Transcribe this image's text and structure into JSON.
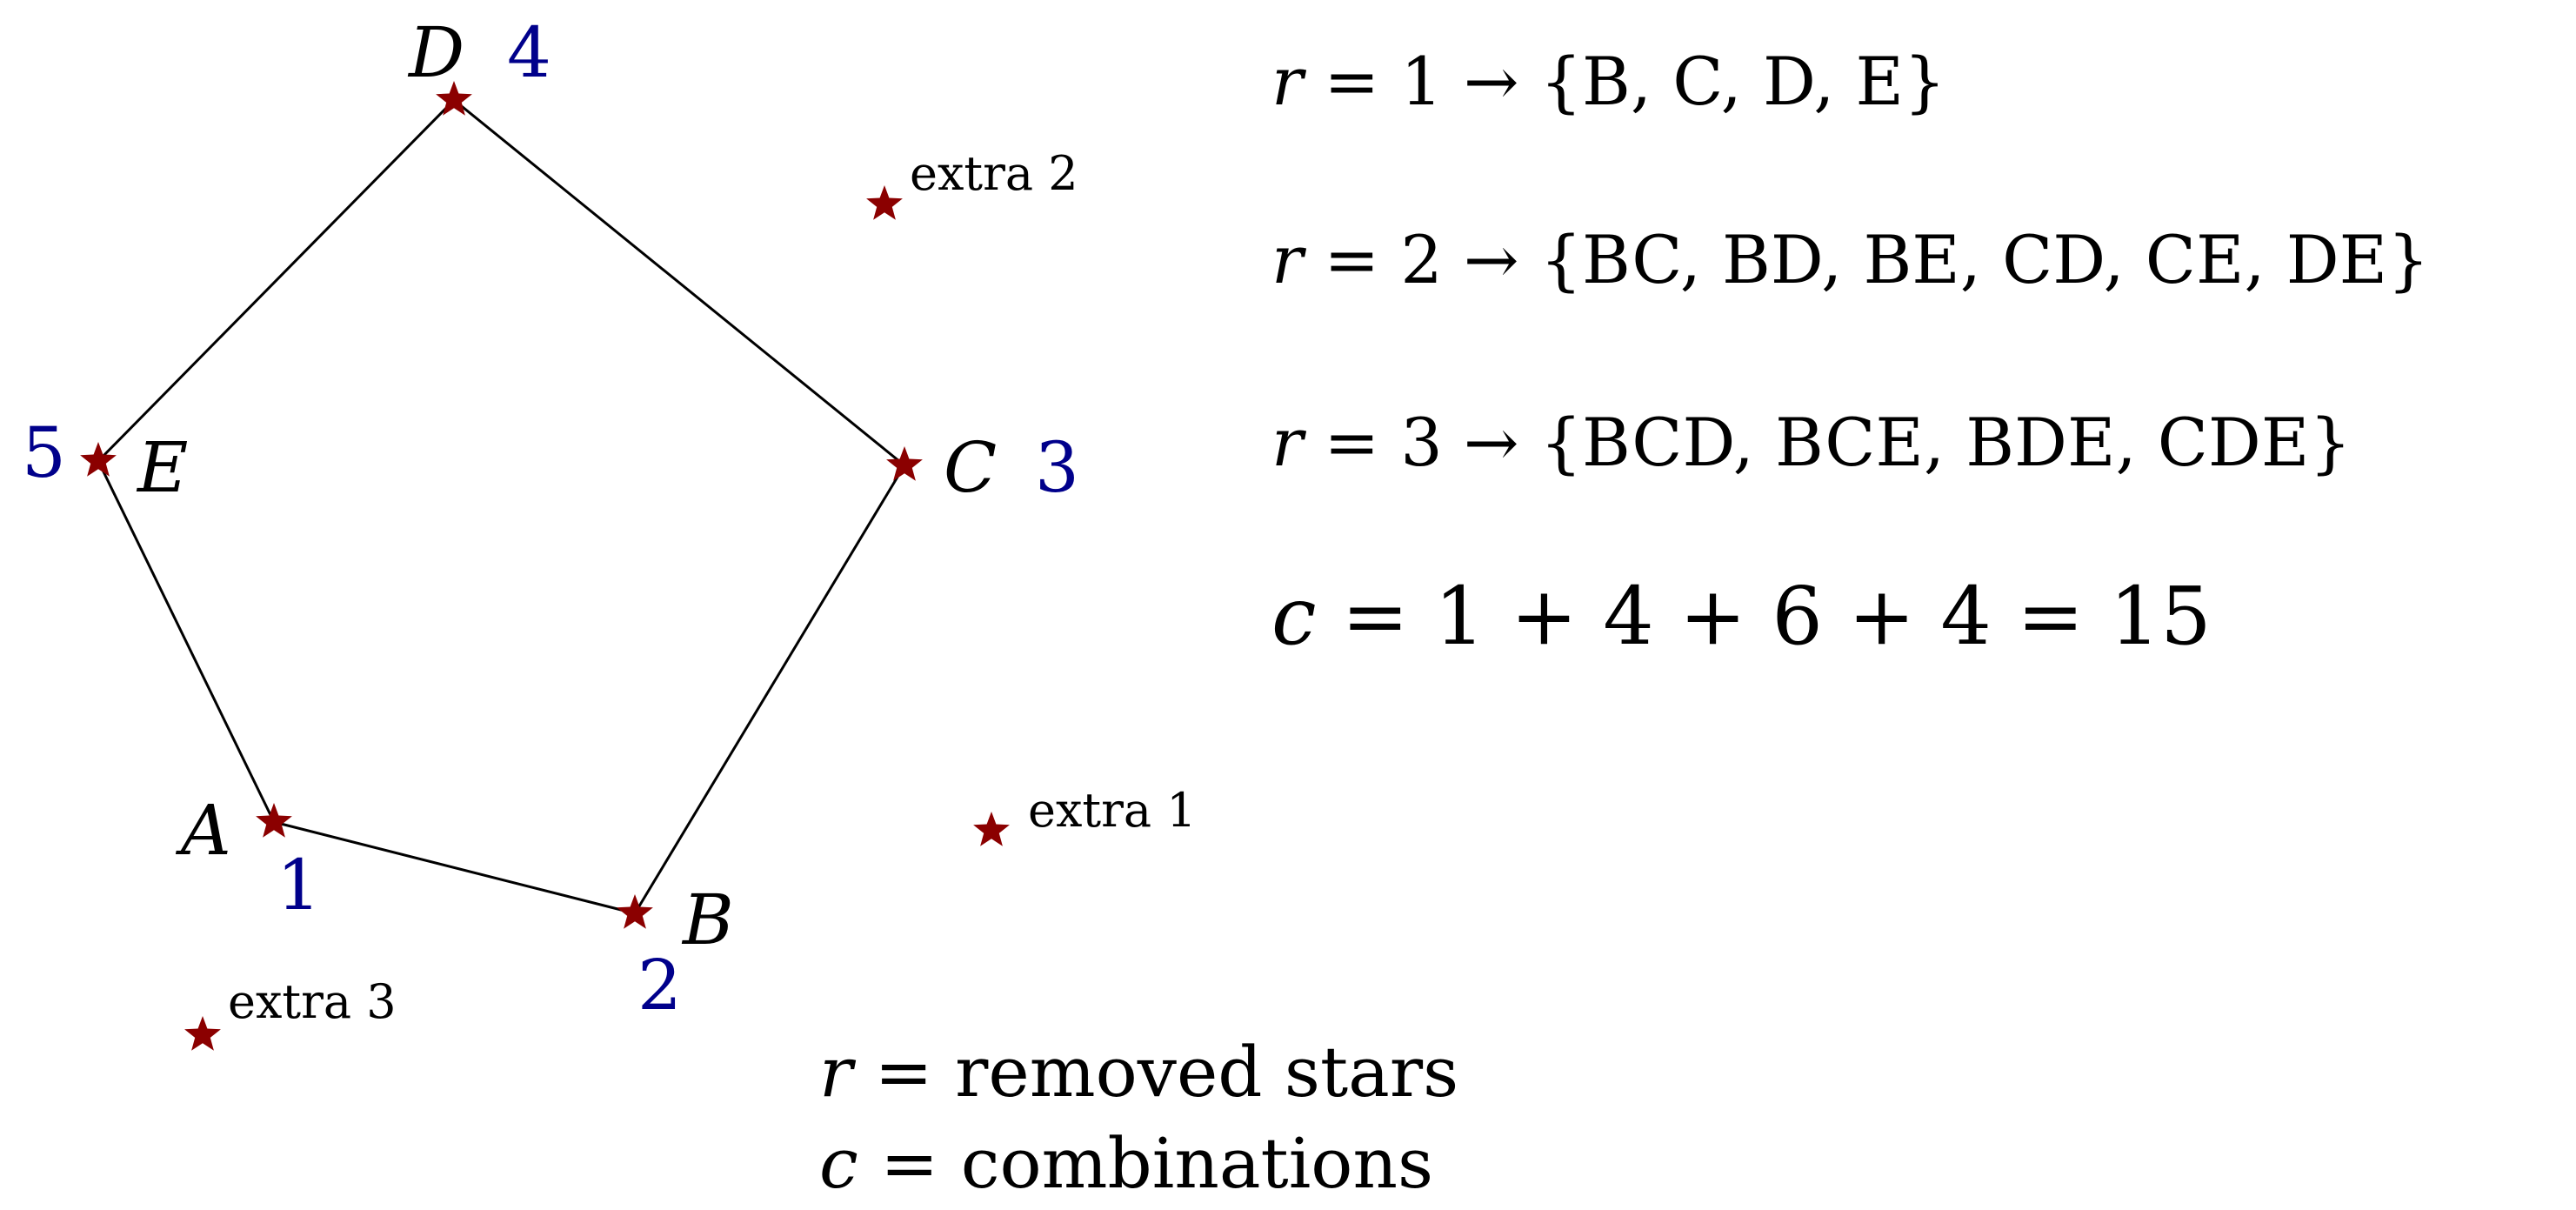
{
  "colors": {
    "star": "#8b0000",
    "number": "#00008b",
    "edge": "#000000",
    "text": "#000000"
  },
  "stars": [
    {
      "id": "A",
      "letter": "A",
      "number": "1",
      "icon": "star-icon"
    },
    {
      "id": "B",
      "letter": "B",
      "number": "2",
      "icon": "star-icon"
    },
    {
      "id": "C",
      "letter": "C",
      "number": "3",
      "icon": "star-icon"
    },
    {
      "id": "D",
      "letter": "D",
      "number": "4",
      "icon": "star-icon"
    },
    {
      "id": "E",
      "letter": "E",
      "number": "5",
      "icon": "star-icon"
    }
  ],
  "extras": [
    {
      "id": "extra1",
      "label": "extra 1",
      "icon": "star-icon"
    },
    {
      "id": "extra2",
      "label": "extra 2",
      "icon": "star-icon"
    },
    {
      "id": "extra3",
      "label": "extra 3",
      "icon": "star-icon"
    }
  ],
  "edges": [
    [
      "A",
      "B"
    ],
    [
      "B",
      "C"
    ],
    [
      "C",
      "D"
    ],
    [
      "D",
      "E"
    ],
    [
      "E",
      "A"
    ]
  ],
  "equations": {
    "r1": {
      "var": "r",
      "rest": " = 1 → {B, C, D, E}"
    },
    "r2": {
      "var": "r",
      "rest": " = 2 → {BC, BD, BE, CD, CE, DE}"
    },
    "r3": {
      "var": "r",
      "rest": " = 3 → {BCD, BCE, BDE, CDE}"
    },
    "total": {
      "var": "c",
      "rest": " = 1 + 4 + 6 + 4 = 15"
    }
  },
  "legend": {
    "r": {
      "var": "r",
      "rest": " = removed stars"
    },
    "c": {
      "var": "c",
      "rest": " = combinations"
    }
  }
}
